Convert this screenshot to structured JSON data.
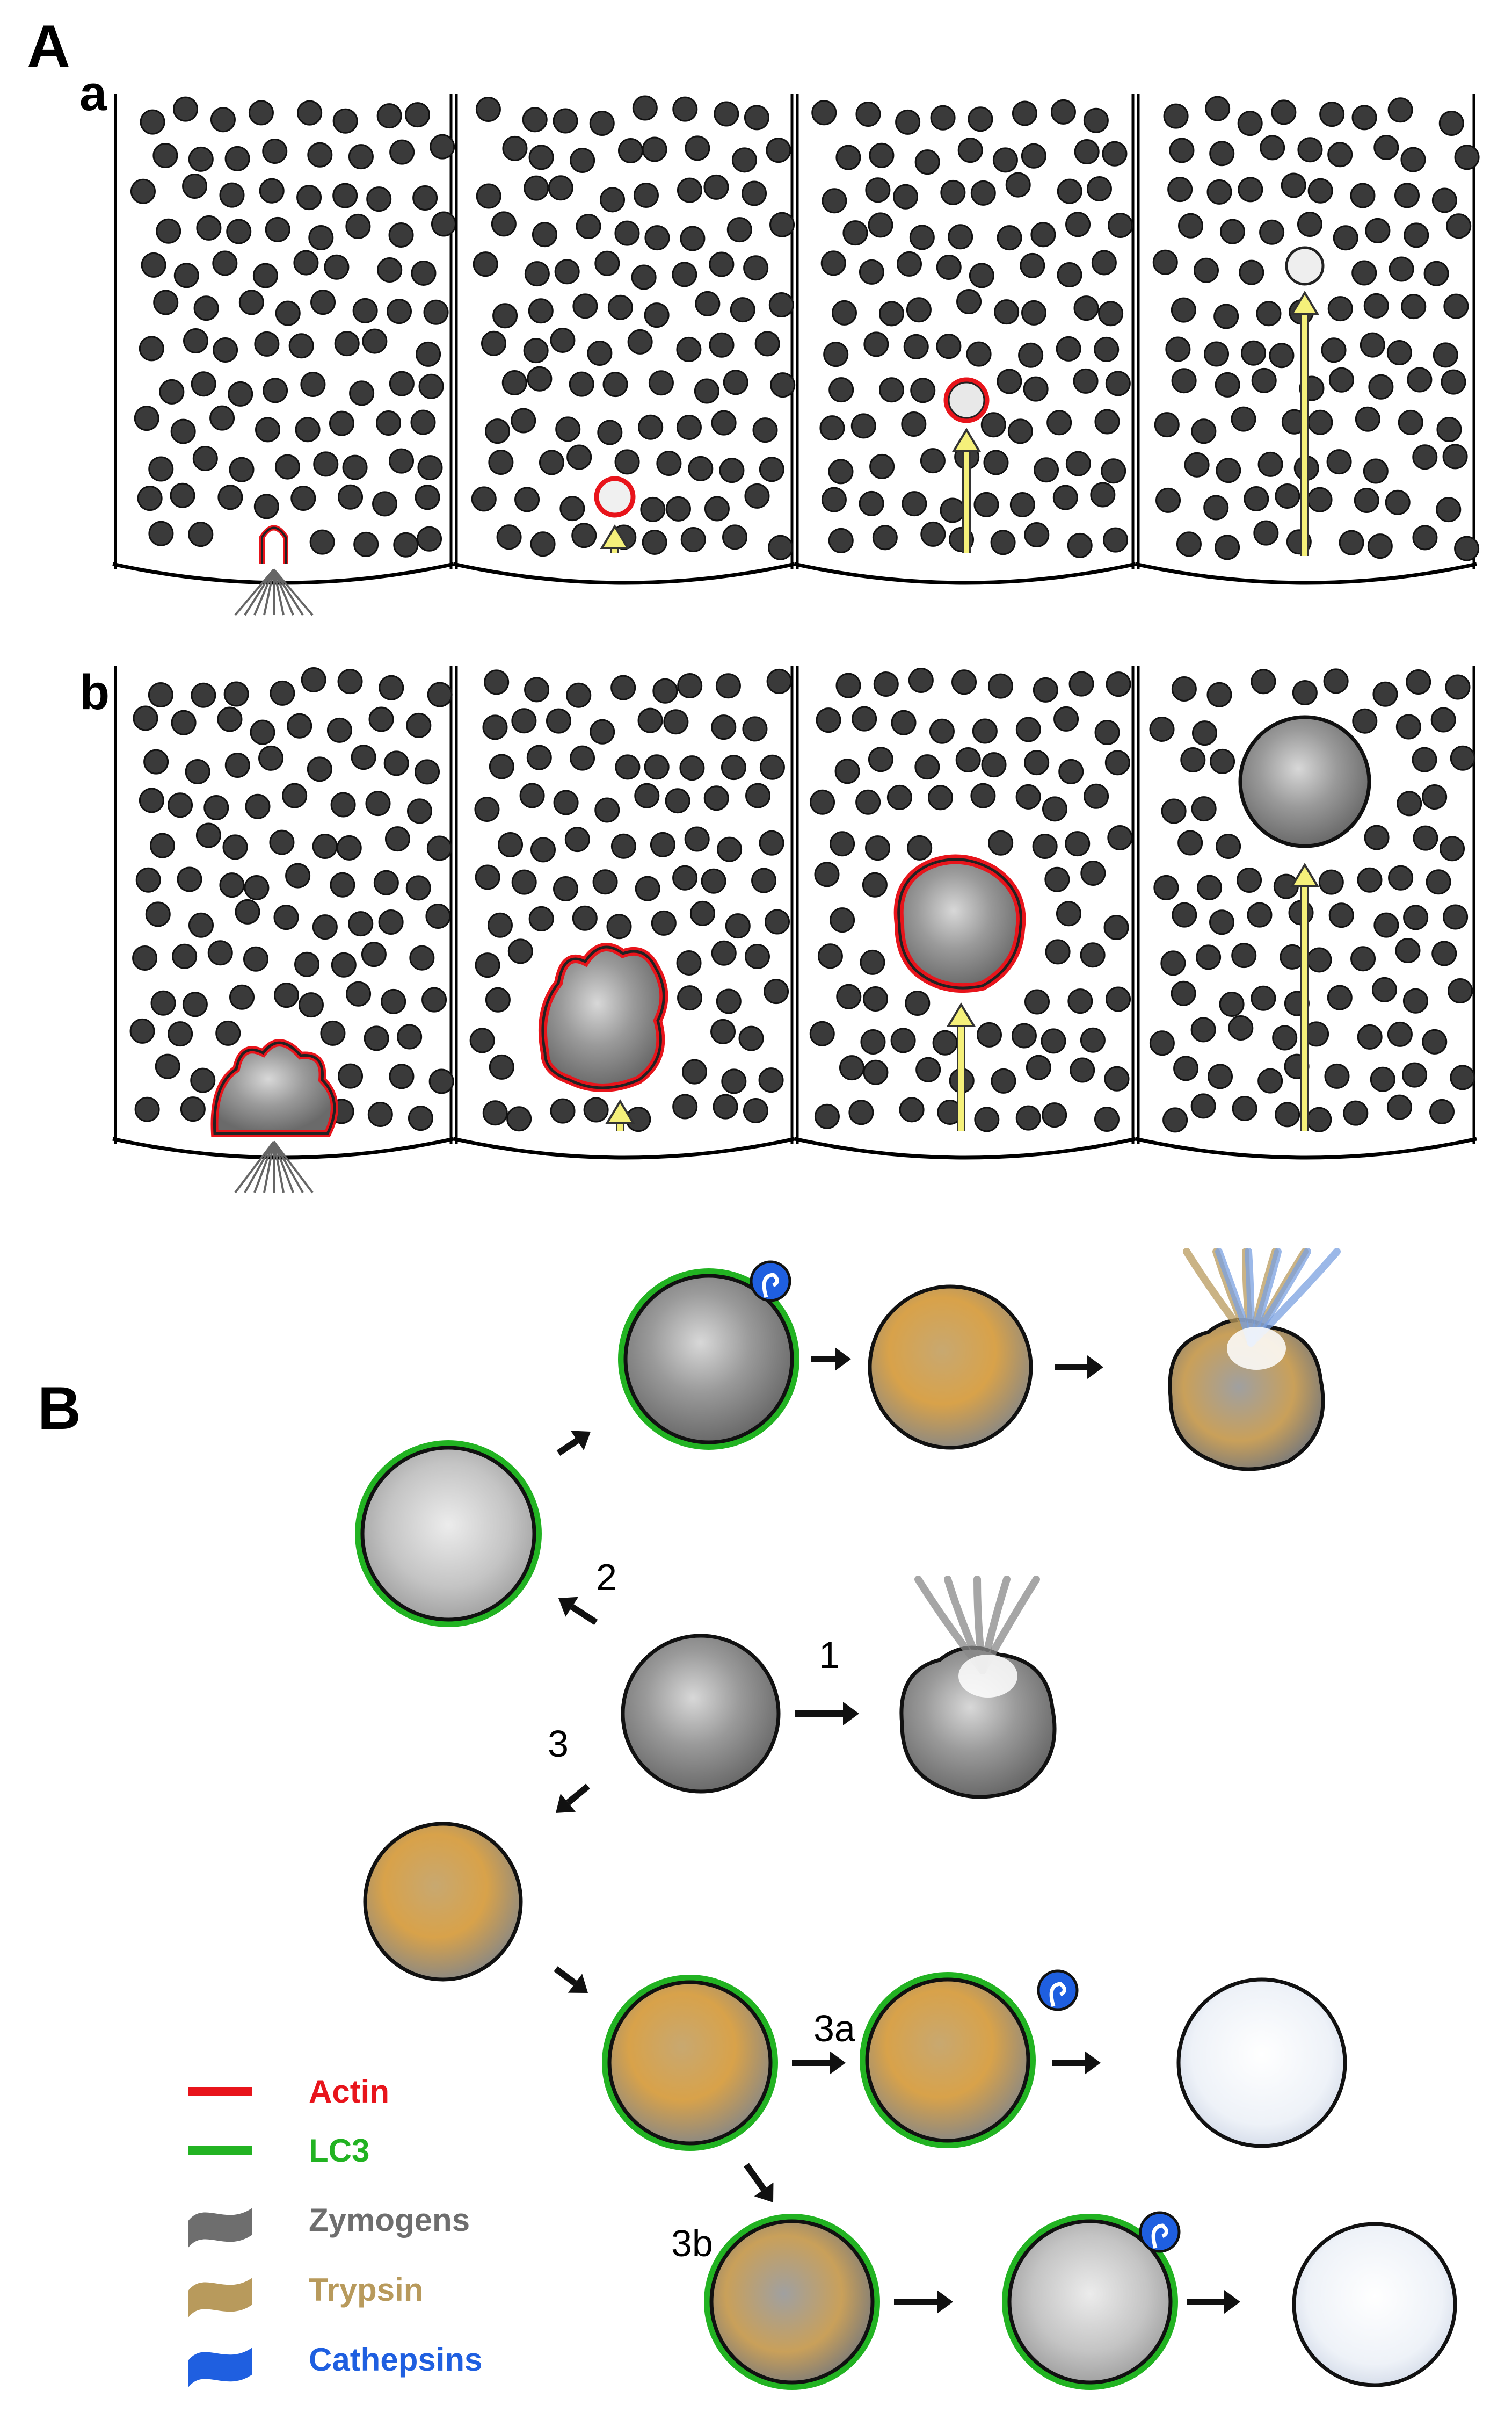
{
  "panel_A": {
    "label": "A",
    "row_a": {
      "label": "a"
    },
    "row_b": {
      "label": "b"
    }
  },
  "panel_B": {
    "label": "B",
    "pathway_labels": {
      "p1": "1",
      "p2": "2",
      "p3": "3",
      "p3a": "3a",
      "p3b": "3b"
    }
  },
  "legend": [
    {
      "label": "Actin",
      "color": "#e8141b"
    },
    {
      "label": "LC3",
      "color": "#22b322"
    },
    {
      "label": "Zymogens",
      "color": "#6e6e6e"
    },
    {
      "label": "Trypsin",
      "color": "#b89a5c"
    },
    {
      "label": "Cathepsins",
      "color": "#1f5fe0"
    }
  ],
  "colors": {
    "actin": "#e8141b",
    "lc3": "#22b322",
    "zymogen": "#6e6e6e",
    "trypsin": "#d9a440",
    "cathepsin": "#1f5fe0",
    "arrow_yellow": "#f5f07a"
  }
}
